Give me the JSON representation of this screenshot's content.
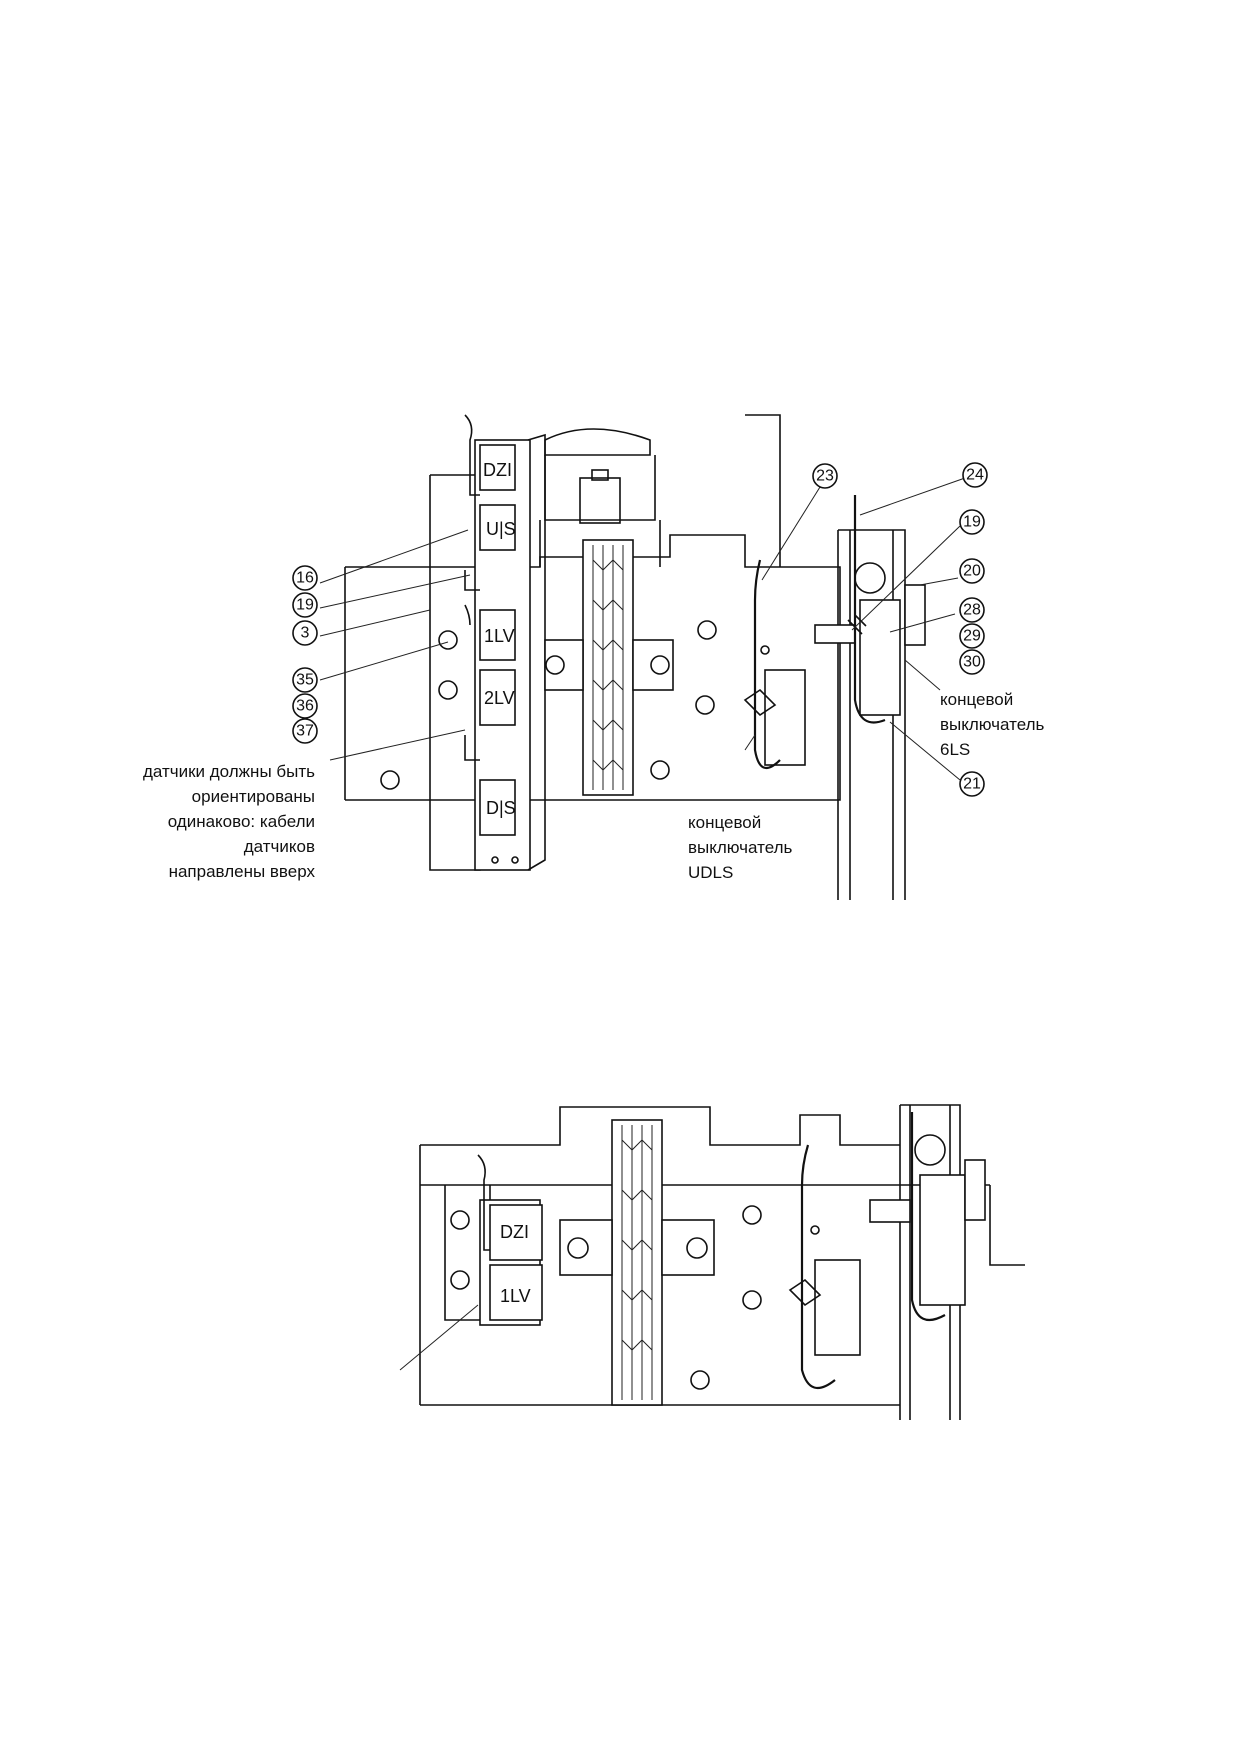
{
  "sensors_top": [
    "DZI",
    "U|S",
    "1LV",
    "2LV",
    "D|S"
  ],
  "sensors_bottom": [
    "DZI",
    "1LV"
  ],
  "callouts_left": [
    "16",
    "19",
    "3",
    "35",
    "36",
    "37"
  ],
  "callouts_right": [
    "23",
    "24",
    "19",
    "20",
    "28",
    "29",
    "30",
    "21"
  ],
  "note_sensors": [
    "датчики должны быть",
    "ориентированы",
    "одинаково: кабели",
    "датчиков",
    "направлены вверх"
  ],
  "note_udls": [
    "концевой",
    "выключатель",
    "UDLS"
  ],
  "note_6ls": [
    "концевой",
    "выключатель",
    "6LS"
  ]
}
